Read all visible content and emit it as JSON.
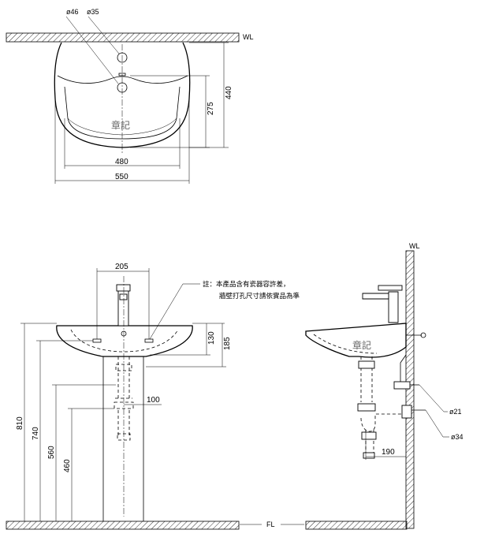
{
  "top_view": {
    "hole_labels": [
      "ø46",
      "ø35"
    ],
    "wall_label": "WL",
    "dim_275": "275",
    "dim_440": "440",
    "dim_480": "480",
    "dim_550": "550",
    "stamp": "章記"
  },
  "front_view": {
    "dim_205": "205",
    "dim_130": "130",
    "dim_185": "185",
    "dim_100": "100",
    "dim_810": "810",
    "dim_740": "740",
    "dim_560": "560",
    "dim_460": "460",
    "note_line1": "註：本產品含有瓷器容許差，",
    "note_line2": "牆壁打孔尺寸請依實品為準",
    "floor_label": "FL"
  },
  "side_view": {
    "wall_label": "WL",
    "stamp": "章記",
    "dim_190": "190",
    "dia_21": "ø21",
    "dia_34": "ø34"
  }
}
